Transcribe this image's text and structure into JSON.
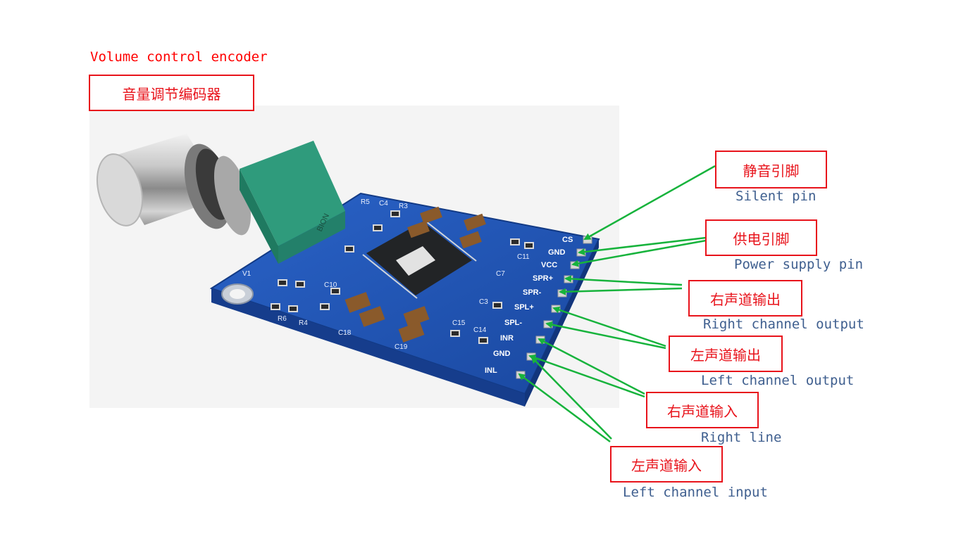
{
  "annotations": {
    "volume": {
      "en": "Volume control encoder",
      "cn": "音量调节编码器"
    },
    "mute": {
      "cn": "静音引脚",
      "en": "Silent pin"
    },
    "power": {
      "cn": "供电引脚",
      "en": "Power supply pin"
    },
    "right_output": {
      "cn": "右声道输出",
      "en": "Right channel output"
    },
    "left_output": {
      "cn": "左声道输出",
      "en": "Left channel output"
    },
    "right_input": {
      "cn": "右声道输入",
      "en": "Right line"
    },
    "left_input": {
      "cn": "左声道输入",
      "en": "Left channel input"
    }
  },
  "board": {
    "pins": [
      "CS",
      "GND",
      "VCC",
      "SPR+",
      "SPR-",
      "SPL+",
      "SPL-",
      "INR",
      "GND",
      "INL"
    ],
    "silkscreen": [
      "V1",
      "R6",
      "R4",
      "C10",
      "C18",
      "C19",
      "C15",
      "C14",
      "C11",
      "C7",
      "C3",
      "C4",
      "R5",
      "R3"
    ],
    "knob_marking": "BION"
  },
  "colors": {
    "annotation_red": "#e8131b",
    "label_blue": "#3f5f8f",
    "arrow_green": "#17b33c",
    "pcb_blue": "#1f56b8",
    "encoder_green": "#2f9b7c"
  }
}
